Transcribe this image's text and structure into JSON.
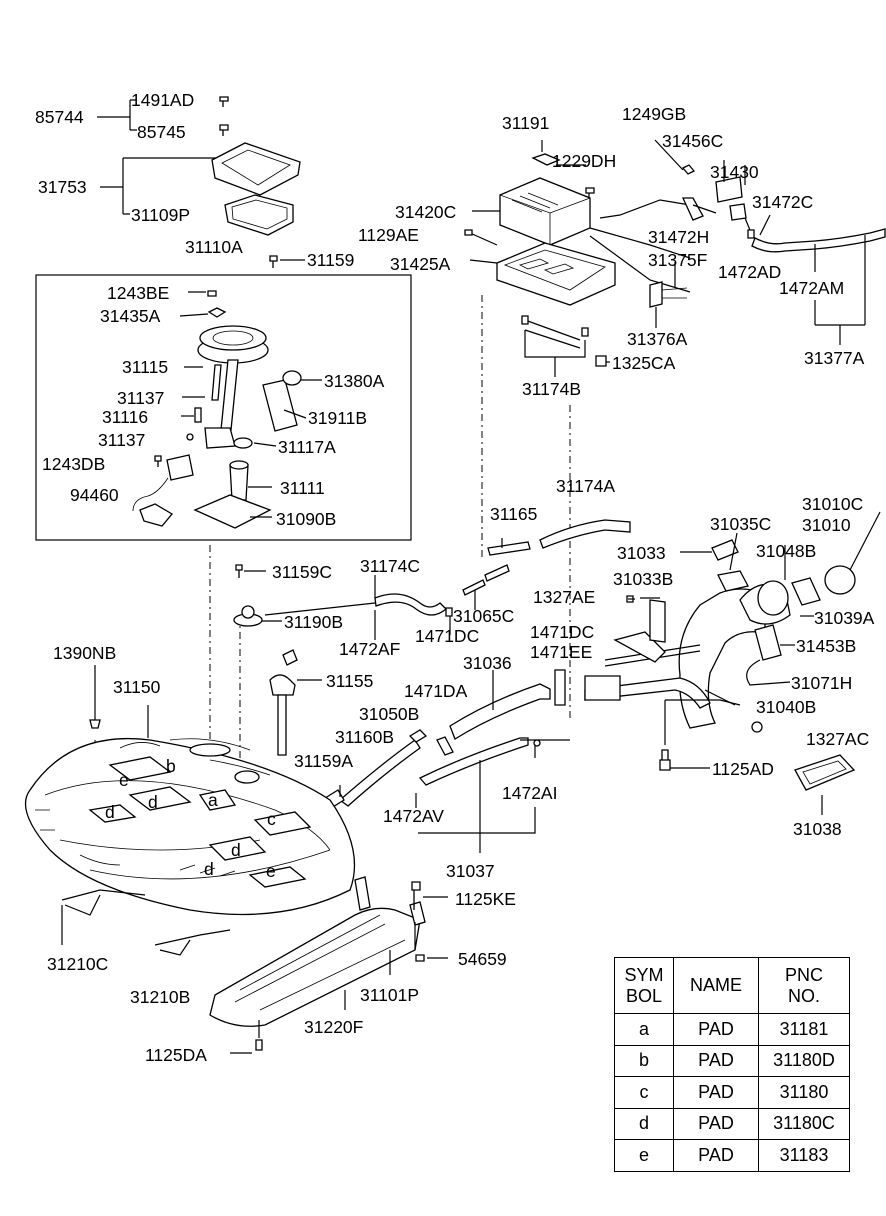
{
  "callouts": [
    {
      "id": "85744",
      "text": "85744"
    },
    {
      "id": "1491AD",
      "text": "1491AD"
    },
    {
      "id": "85745",
      "text": "85745"
    },
    {
      "id": "31753",
      "text": "31753"
    },
    {
      "id": "31109P",
      "text": "31109P"
    },
    {
      "id": "31110A",
      "text": "31110A"
    },
    {
      "id": "31159",
      "text": "31159"
    },
    {
      "id": "1243BE",
      "text": "1243BE"
    },
    {
      "id": "31435A",
      "text": "31435A"
    },
    {
      "id": "31115",
      "text": "31115"
    },
    {
      "id": "31137a",
      "text": "31137"
    },
    {
      "id": "31380A",
      "text": "31380A"
    },
    {
      "id": "31116",
      "text": "31116"
    },
    {
      "id": "31911B",
      "text": "31911B"
    },
    {
      "id": "31137b",
      "text": "31137"
    },
    {
      "id": "31117A",
      "text": "31117A"
    },
    {
      "id": "1243DB",
      "text": "1243DB"
    },
    {
      "id": "31111",
      "text": "31111"
    },
    {
      "id": "94460",
      "text": "94460"
    },
    {
      "id": "31090B",
      "text": "31090B"
    },
    {
      "id": "31191",
      "text": "31191"
    },
    {
      "id": "1229DH",
      "text": "1229DH"
    },
    {
      "id": "1249GB",
      "text": "1249GB"
    },
    {
      "id": "31456C",
      "text": "31456C"
    },
    {
      "id": "31430",
      "text": "31430"
    },
    {
      "id": "31420C",
      "text": "31420C"
    },
    {
      "id": "31472C",
      "text": "31472C"
    },
    {
      "id": "1129AE",
      "text": "1129AE"
    },
    {
      "id": "31472H",
      "text": "31472H"
    },
    {
      "id": "31425A",
      "text": "31425A"
    },
    {
      "id": "31375F",
      "text": "31375F"
    },
    {
      "id": "1472AD",
      "text": "1472AD"
    },
    {
      "id": "1472AM",
      "text": "1472AM"
    },
    {
      "id": "31376A",
      "text": "31376A"
    },
    {
      "id": "1325CA",
      "text": "1325CA"
    },
    {
      "id": "31174B",
      "text": "31174B"
    },
    {
      "id": "31377A",
      "text": "31377A"
    },
    {
      "id": "31174A",
      "text": "31174A"
    },
    {
      "id": "31165",
      "text": "31165"
    },
    {
      "id": "31010C",
      "text": "31010C"
    },
    {
      "id": "31010",
      "text": "31010"
    },
    {
      "id": "31035C",
      "text": "31035C"
    },
    {
      "id": "31033",
      "text": "31033"
    },
    {
      "id": "31048B",
      "text": "31048B"
    },
    {
      "id": "31159C",
      "text": "31159C"
    },
    {
      "id": "31174C",
      "text": "31174C"
    },
    {
      "id": "31033B",
      "text": "31033B"
    },
    {
      "id": "1327AE",
      "text": "1327AE"
    },
    {
      "id": "31039A",
      "text": "31039A"
    },
    {
      "id": "31190B",
      "text": "31190B"
    },
    {
      "id": "31065C",
      "text": "31065C"
    },
    {
      "id": "1471DC",
      "text": "1471DC"
    },
    {
      "id": "1472AF",
      "text": "1472AF"
    },
    {
      "id": "1471DCb",
      "text": "1471DC"
    },
    {
      "id": "1471EE",
      "text": "1471EE"
    },
    {
      "id": "31453B",
      "text": "31453B"
    },
    {
      "id": "1390NB",
      "text": "1390NB"
    },
    {
      "id": "31036",
      "text": "31036"
    },
    {
      "id": "31150",
      "text": "31150"
    },
    {
      "id": "31155",
      "text": "31155"
    },
    {
      "id": "1471DA",
      "text": "1471DA"
    },
    {
      "id": "31071H",
      "text": "31071H"
    },
    {
      "id": "31050B",
      "text": "31050B"
    },
    {
      "id": "31040B",
      "text": "31040B"
    },
    {
      "id": "31160B",
      "text": "31160B"
    },
    {
      "id": "1327AC",
      "text": "1327AC"
    },
    {
      "id": "31159A",
      "text": "31159A"
    },
    {
      "id": "1125AD",
      "text": "1125AD"
    },
    {
      "id": "1472AI",
      "text": "1472AI"
    },
    {
      "id": "1472AV",
      "text": "1472AV"
    },
    {
      "id": "31038",
      "text": "31038"
    },
    {
      "id": "31037",
      "text": "31037"
    },
    {
      "id": "1125KE",
      "text": "1125KE"
    },
    {
      "id": "31210C",
      "text": "31210C"
    },
    {
      "id": "54659",
      "text": "54659"
    },
    {
      "id": "31210B",
      "text": "31210B"
    },
    {
      "id": "31101P",
      "text": "31101P"
    },
    {
      "id": "31220F",
      "text": "31220F"
    },
    {
      "id": "1125DA",
      "text": "1125DA"
    }
  ],
  "pad_letters": {
    "a": "a",
    "b": "b",
    "c": "c",
    "d": "d",
    "e": "e"
  },
  "table": {
    "headers": {
      "symbol": "SYM\nBOL",
      "name": "NAME",
      "pnc": "PNC\nNO."
    },
    "rows": [
      {
        "symbol": "a",
        "name": "PAD",
        "pnc": "31181"
      },
      {
        "symbol": "b",
        "name": "PAD",
        "pnc": "31180D"
      },
      {
        "symbol": "c",
        "name": "PAD",
        "pnc": "31180"
      },
      {
        "symbol": "d",
        "name": "PAD",
        "pnc": "31180C"
      },
      {
        "symbol": "e",
        "name": "PAD",
        "pnc": "31183"
      }
    ]
  }
}
